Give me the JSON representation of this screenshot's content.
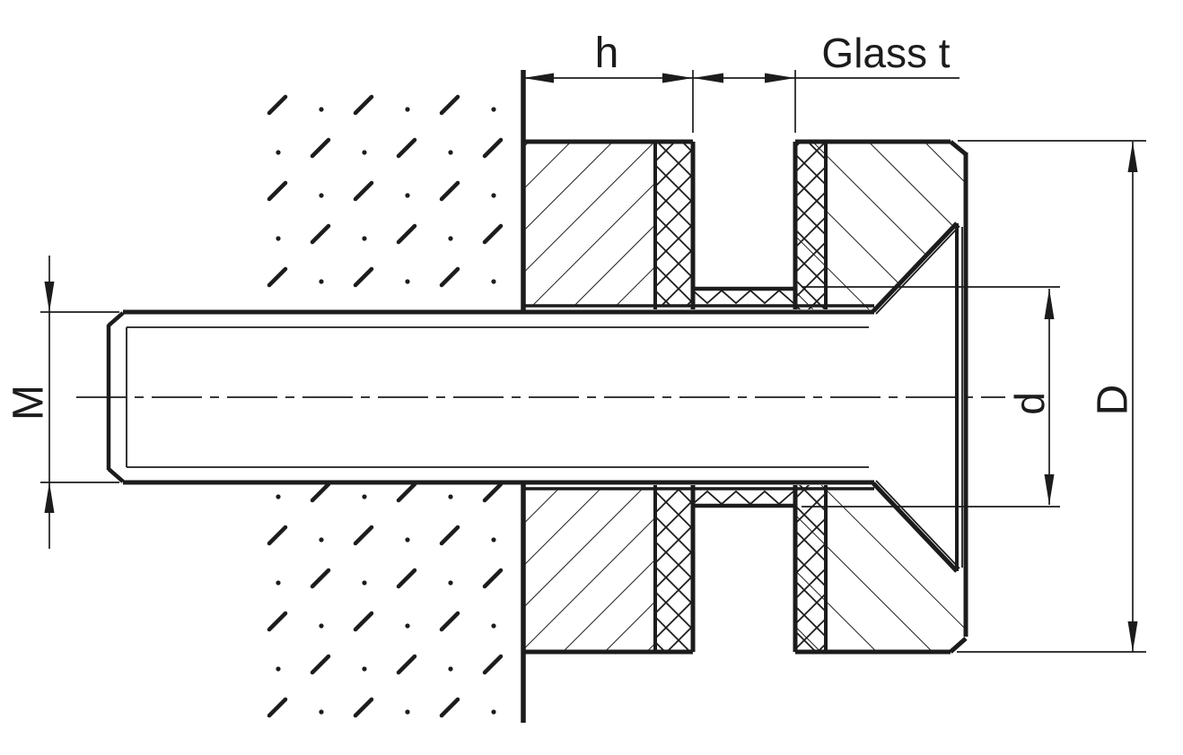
{
  "drawing": {
    "type": "technical-section-drawing",
    "subject": "countersunk glass adapter point-fixing on wall, cross section",
    "labels": {
      "h": "h",
      "glass_t": "Glass t",
      "m": "M",
      "d_small": "d",
      "d_big": "D"
    },
    "colors": {
      "ink": "#1c1c1c",
      "background": "#ffffff"
    }
  }
}
